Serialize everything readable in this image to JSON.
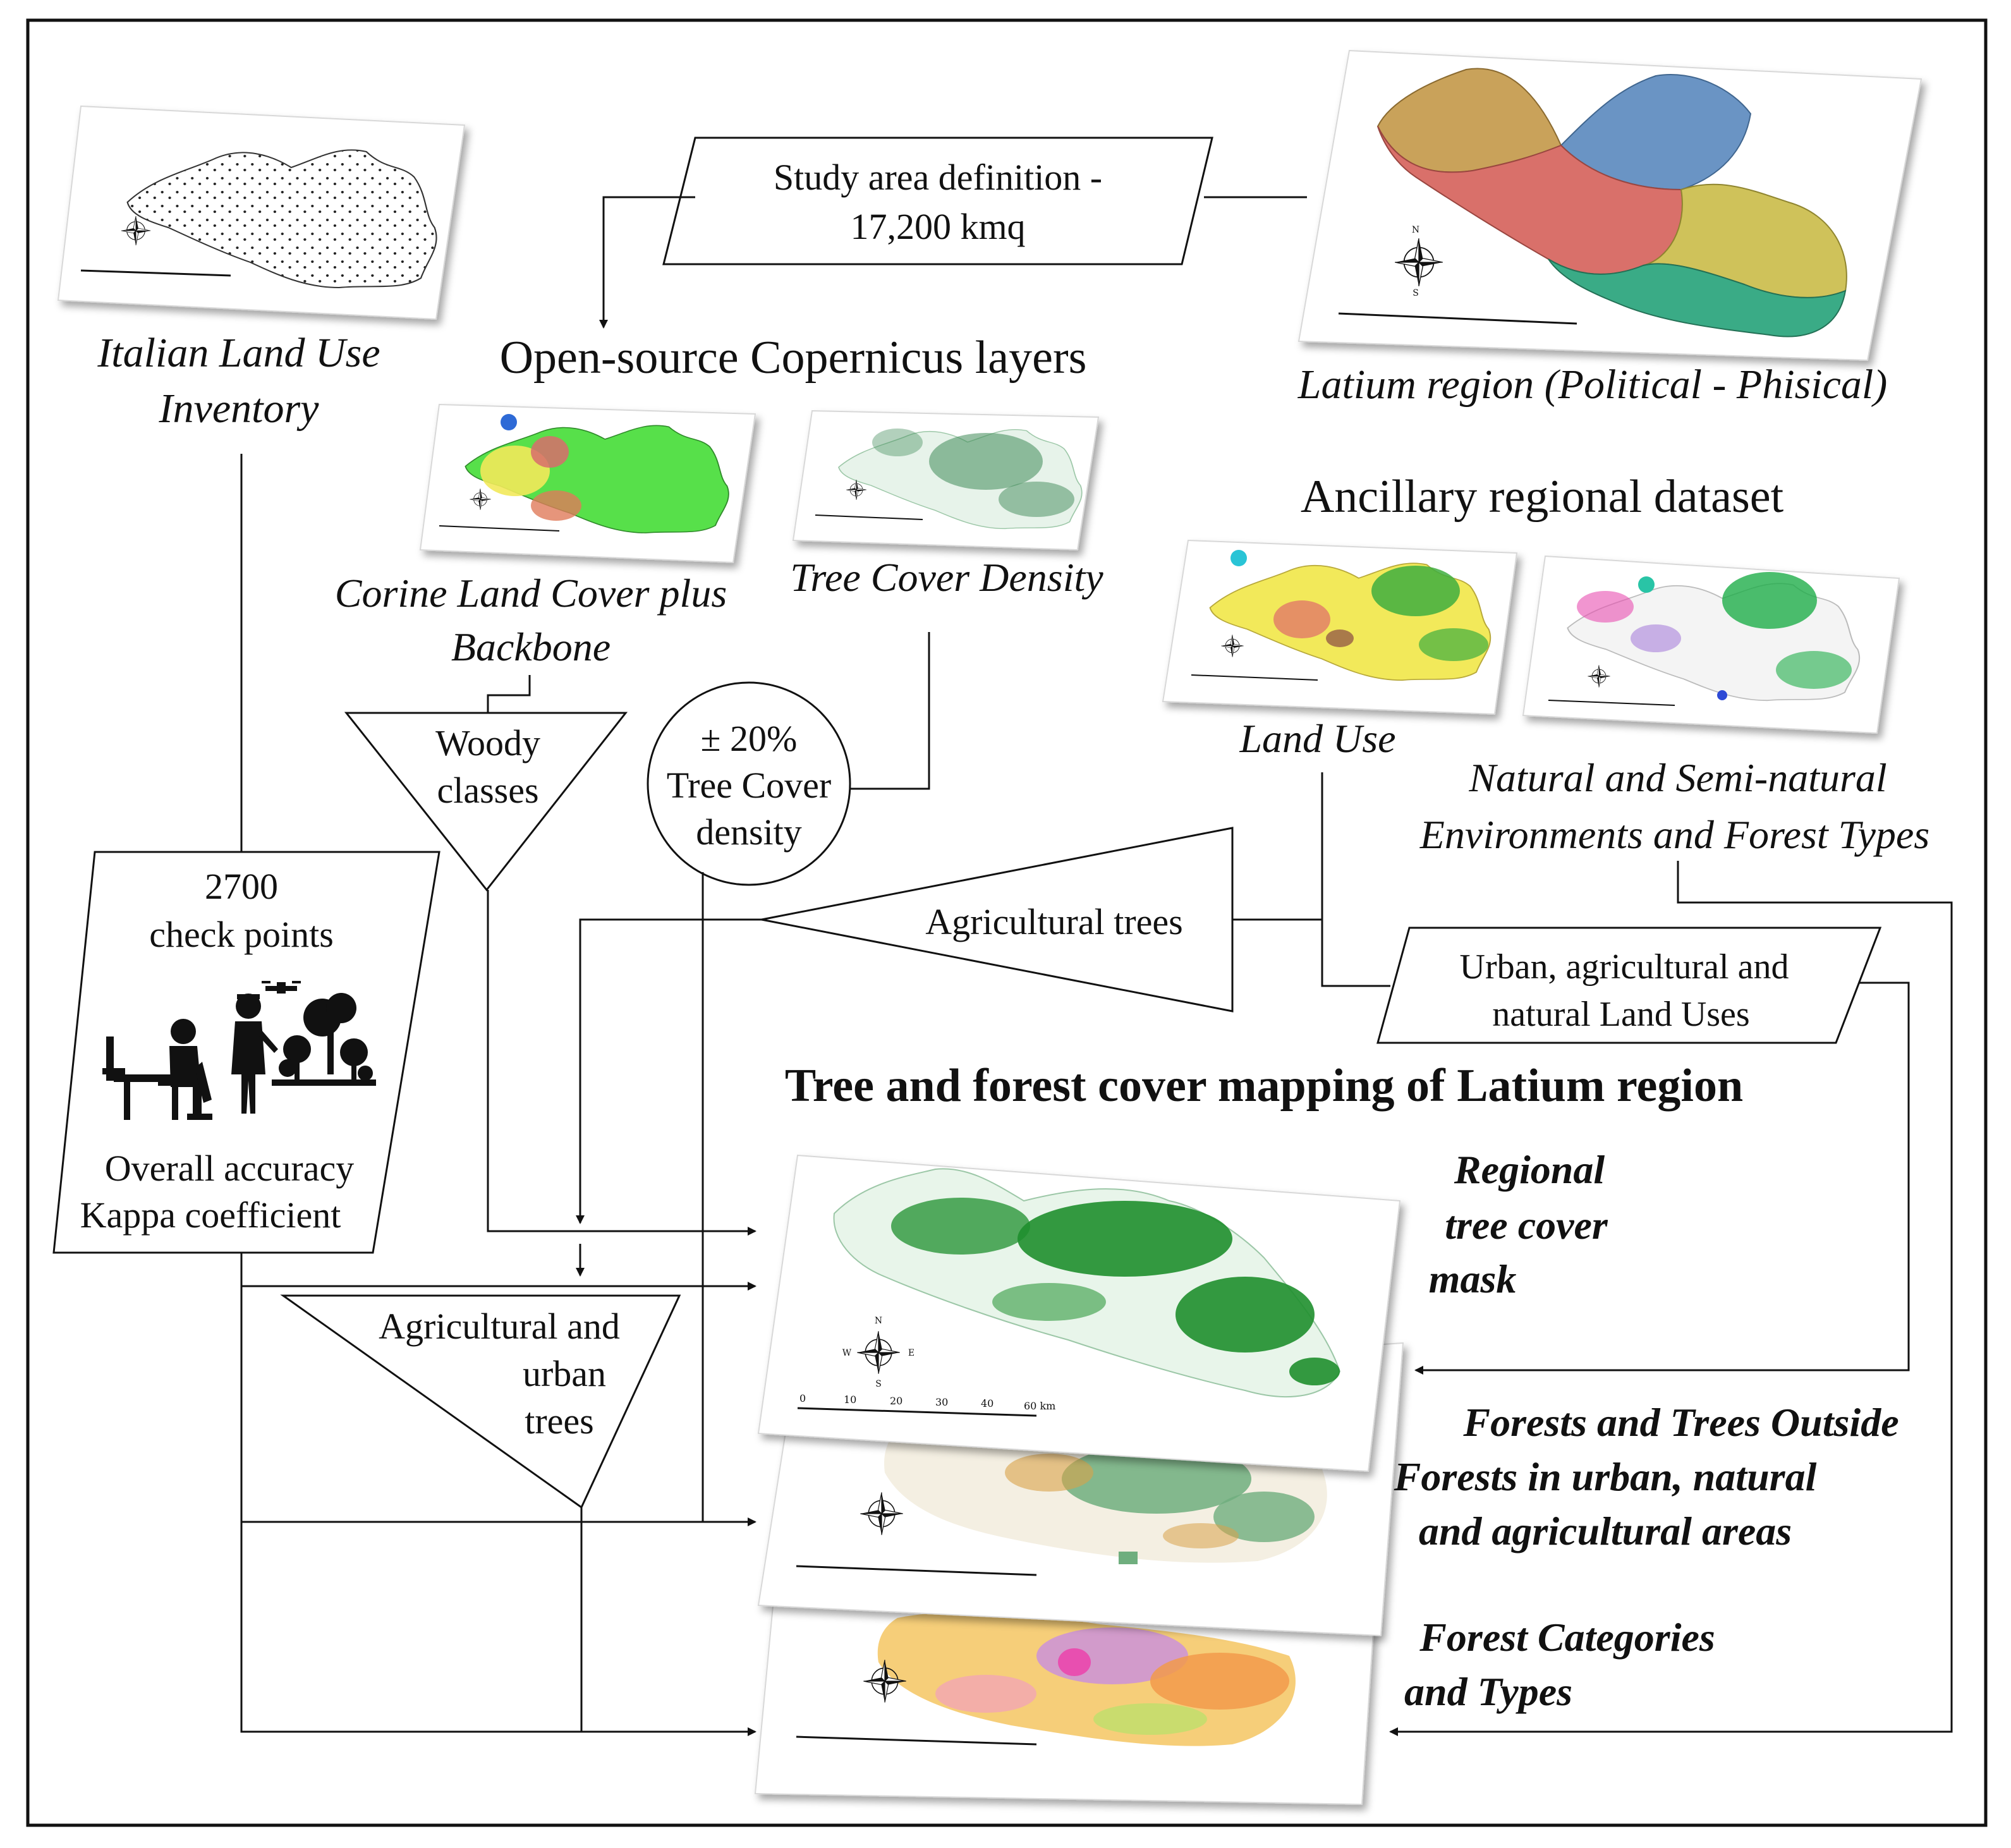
{
  "study_area": {
    "line1": "Study area definition -",
    "line2": "17,200 kmq"
  },
  "inventory": {
    "line1": "Italian Land Use",
    "line2": "Inventory"
  },
  "latium_region": {
    "label": "Latium region (Political - Phisical)"
  },
  "copernicus": {
    "heading": "Open-source Copernicus layers",
    "corine_line1": "Corine Land Cover plus",
    "corine_line2": "Backbone",
    "tcd": "Tree Cover Density"
  },
  "ancillary": {
    "heading": "Ancillary regional dataset",
    "land_use": "Land Use",
    "natural_line1": "Natural and Semi-natural",
    "natural_line2": "Environments and Forest Types"
  },
  "filters": {
    "woody_line1": "Woody",
    "woody_line2": "classes",
    "tcd_line1": "± 20%",
    "tcd_line2": "Tree Cover",
    "tcd_line3": "density",
    "agri_trees": "Agricultural trees",
    "urban_land_line1": "Urban, agricultural and",
    "urban_land_line2": "natural Land Uses",
    "agri_urban_line1": "Agricultural and",
    "agri_urban_line2": "urban",
    "agri_urban_line3": "trees"
  },
  "validation": {
    "count_line1": "2700",
    "count_line2": "check points",
    "acc_line1": "Overall accuracy",
    "acc_line2": "Kappa coefficient"
  },
  "outputs": {
    "main_title": "Tree and forest cover mapping of Latium region",
    "mask_line1": "Regional",
    "mask_line2": "tree cover",
    "mask_line3": "mask",
    "tof_line1": "Forests and Trees Outside",
    "tof_line2": "Forests in urban, natural",
    "tof_line3": "and agricultural areas",
    "cat_line1": "Forest Categories",
    "cat_line2": "and Types"
  },
  "compass": {
    "n": "N",
    "s": "S",
    "e": "E",
    "w": "W"
  },
  "scalebar": {
    "t0": "0",
    "t10": "10",
    "t20": "20",
    "t30": "30",
    "t40": "40",
    "t60": "60 km"
  },
  "colors": {
    "line": "#111111",
    "forest_green": "#1f8f2e",
    "light_green": "#57e04a",
    "tcd_green": "#3f8a57",
    "sage": "#6fae7e",
    "yellow": "#f2e95a",
    "orange": "#f29a4b",
    "pink": "#e84fb0",
    "lavender": "#c98fe0",
    "region_tan": "#c9a25a",
    "region_red": "#d9706a",
    "region_blue": "#6a94c4",
    "region_olive": "#cfc25a",
    "region_teal": "#3aab86"
  }
}
